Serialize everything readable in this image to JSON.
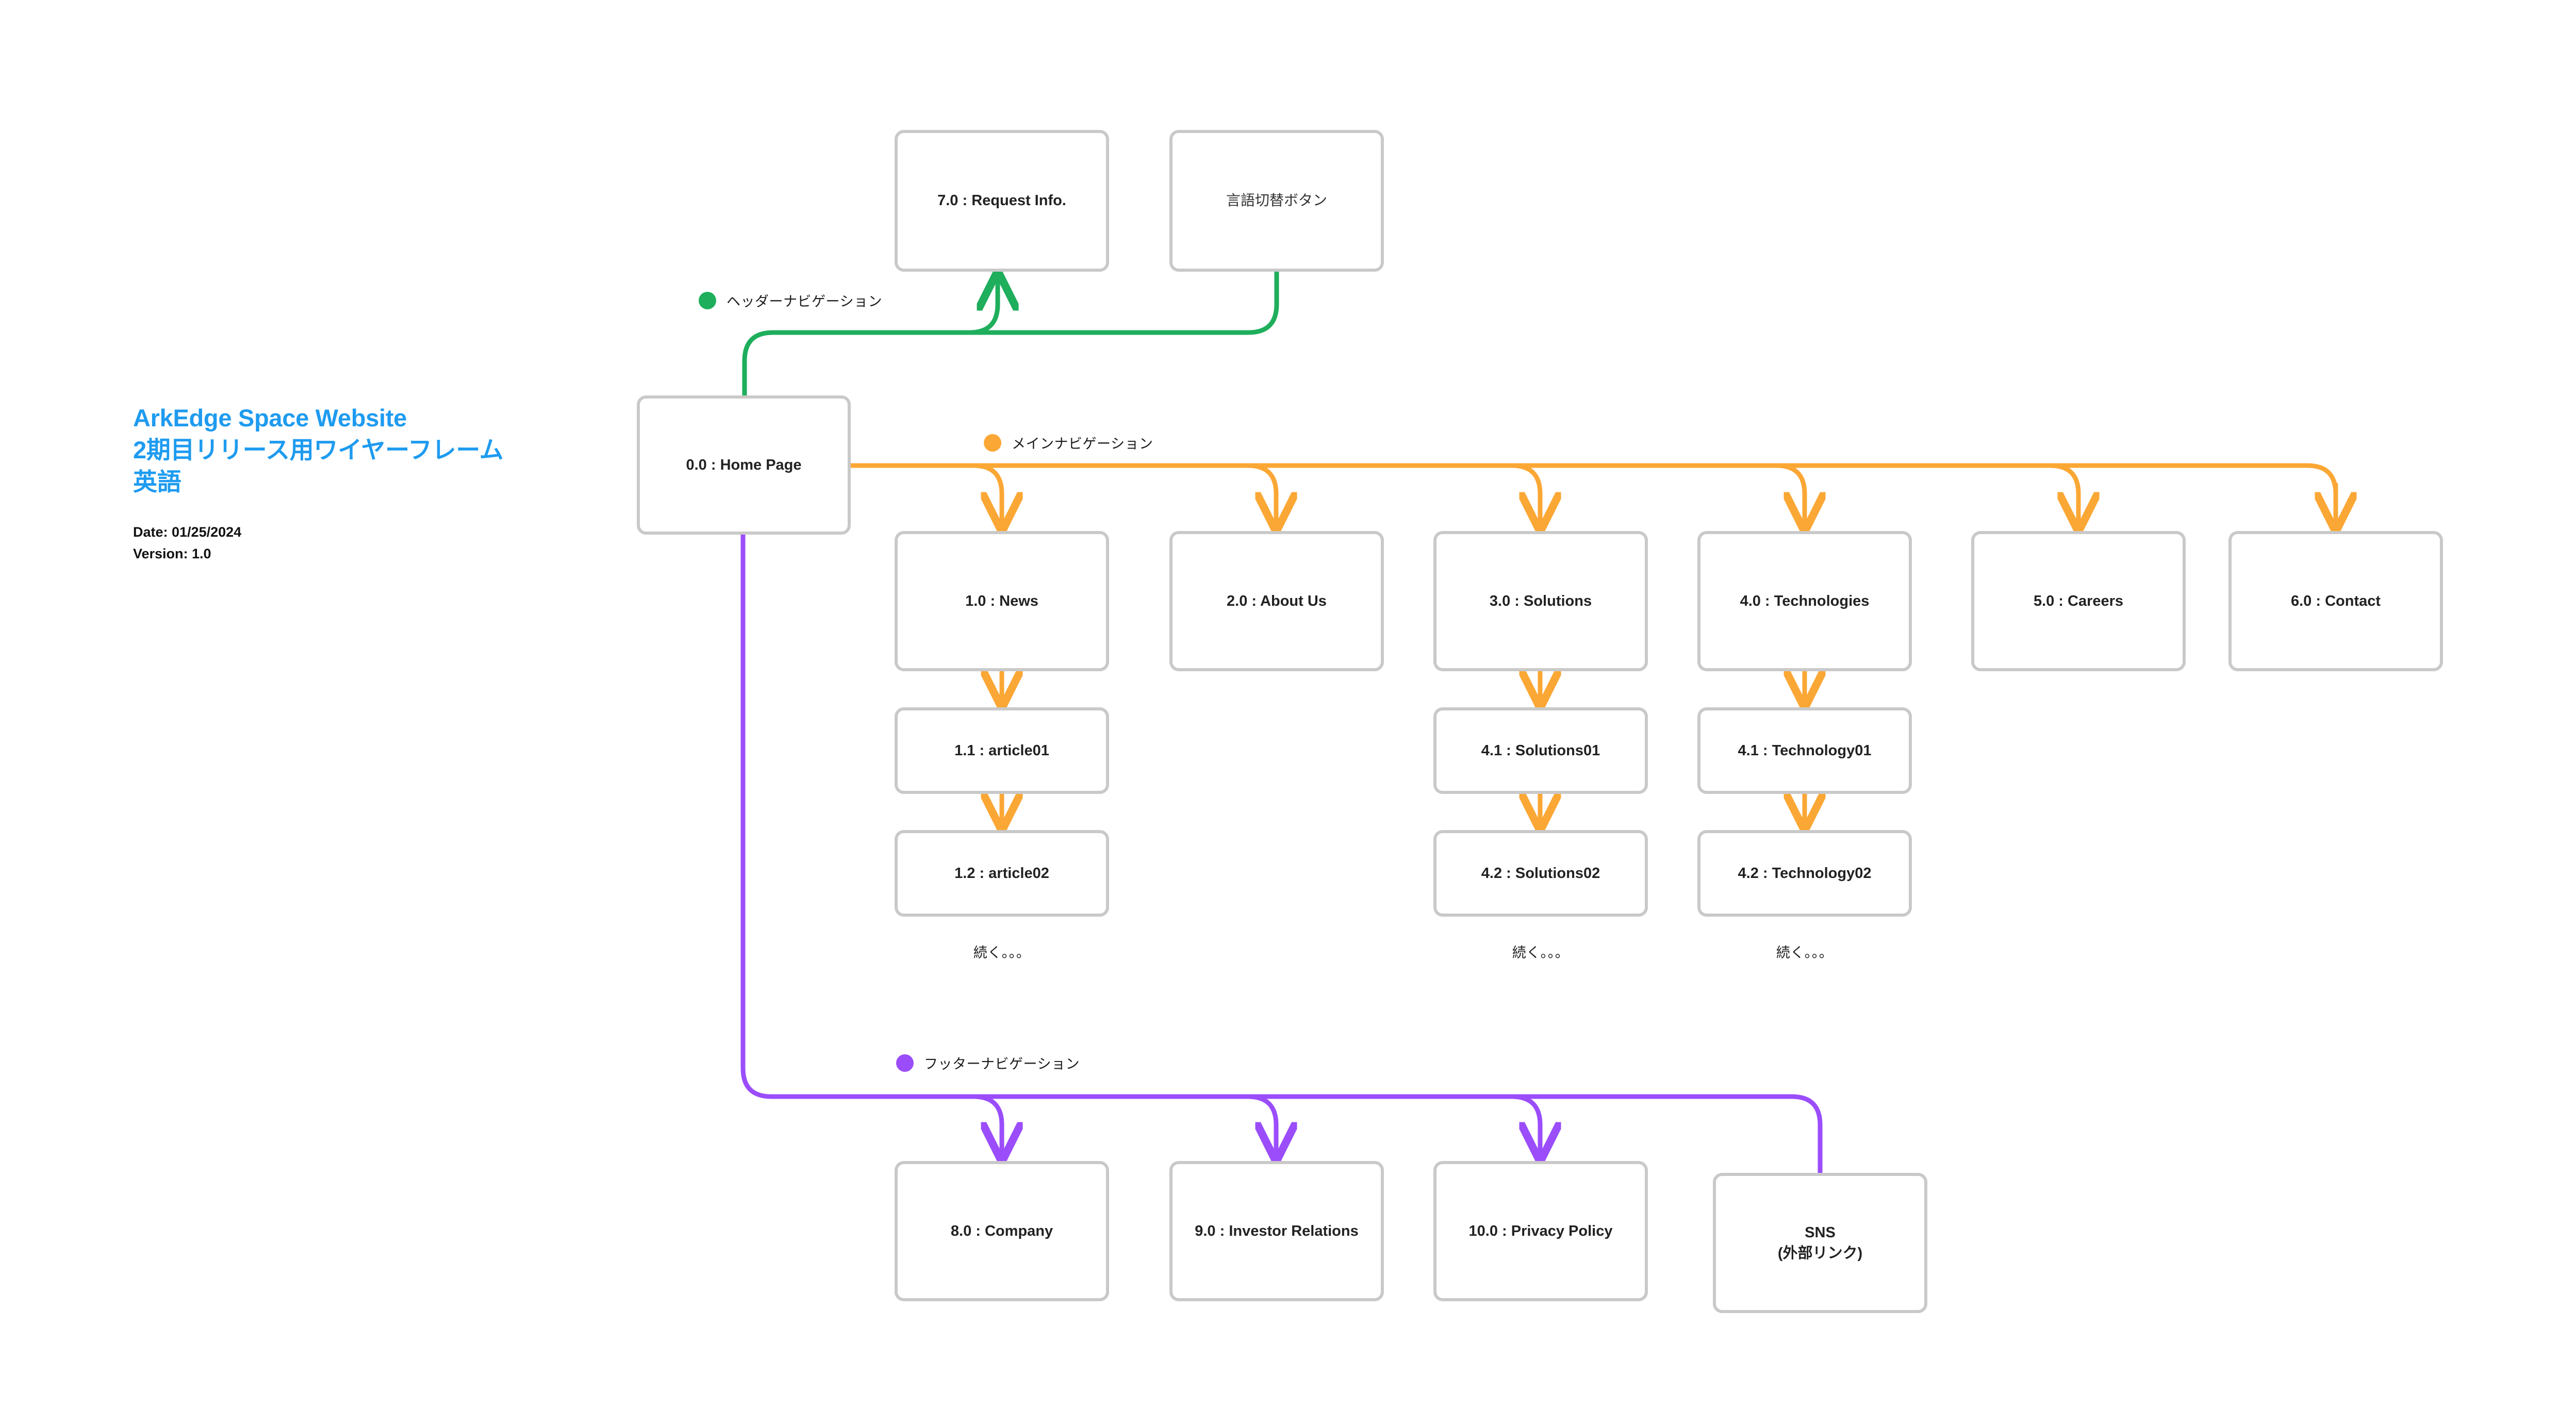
{
  "title": {
    "line1": "ArkEdge Space Website",
    "line2": "2期目リリース用ワイヤーフレーム",
    "line3": "英語",
    "date": "Date: 01/25/2024",
    "version": "Version:  1.0"
  },
  "colors": {
    "title": "#1E9BF0",
    "header_nav": "#1EAE5C",
    "main_nav": "#FBA735",
    "footer_nav": "#9B4DFB",
    "node_border": "#c9c9c9",
    "node_fill": "#ffffff",
    "text": "#222222"
  },
  "legends": [
    {
      "id": "header-nav",
      "label": "ヘッダーナビゲーション",
      "color": "#1EAE5C"
    },
    {
      "id": "main-nav",
      "label": "メインナビゲーション",
      "color": "#FBA735"
    },
    {
      "id": "footer-nav",
      "label": "フッターナビゲーション",
      "color": "#9B4DFB"
    }
  ],
  "nodes": {
    "home": {
      "label": "0.0 : Home Page"
    },
    "request": {
      "label": "7.0 : Request Info."
    },
    "lang": {
      "label": "言語切替ボタン"
    },
    "news": {
      "label": "1.0 : News"
    },
    "about": {
      "label": "2.0 : About Us"
    },
    "solutions": {
      "label": "3.0 : Solutions"
    },
    "technologies": {
      "label": "4.0 : Technologies"
    },
    "careers": {
      "label": "5.0 : Careers"
    },
    "contact": {
      "label": "6.0 : Contact"
    },
    "article01": {
      "label": "1.1 : article01"
    },
    "article02": {
      "label": "1.2 : article02"
    },
    "solutions01": {
      "label": "4.1 : Solutions01"
    },
    "solutions02": {
      "label": "4.2 : Solutions02"
    },
    "technology01": {
      "label": "4.1 : Technology01"
    },
    "technology02": {
      "label": "4.2 : Technology02"
    },
    "company": {
      "label": "8.0 : Company"
    },
    "investor": {
      "label": "9.0 : Investor Relations"
    },
    "privacy": {
      "label": "10.0 : Privacy Policy"
    },
    "sns": {
      "line1": "SNS",
      "line2": "(外部リンク)"
    }
  },
  "continuations": [
    {
      "id": "news-cont",
      "label": "続く。。。"
    },
    {
      "id": "solutions-cont",
      "label": "続く。。。"
    },
    {
      "id": "technologies-cont",
      "label": "続く。。。"
    }
  ]
}
